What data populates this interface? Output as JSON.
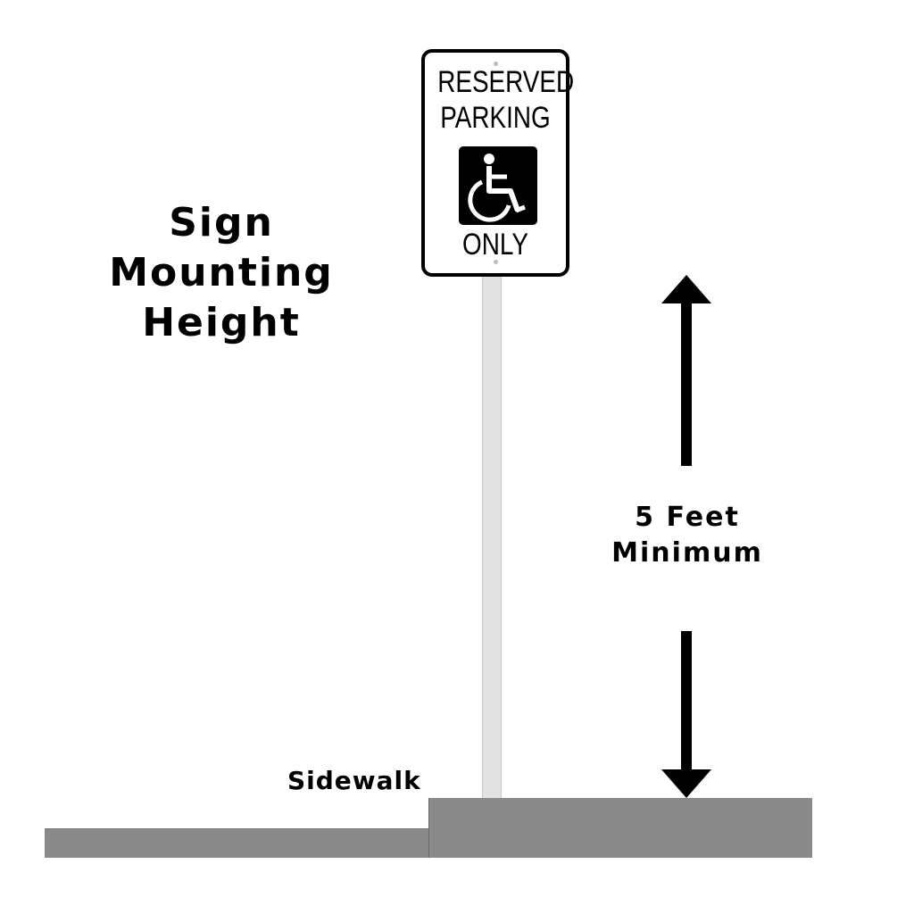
{
  "title": {
    "lines": [
      "Sign",
      "Mounting",
      "Height"
    ]
  },
  "sign": {
    "line1": "RESERVED",
    "line2": "PARKING",
    "line3": "ONLY",
    "symbol": "wheelchair-accessibility-icon",
    "colors": {
      "background": "#ffffff",
      "border": "#000000",
      "text": "#000000"
    }
  },
  "measurement": {
    "line1": "5 Feet",
    "line2": "Minimum",
    "arrow": "double-vertical-arrow"
  },
  "ground": {
    "sidewalk_label": "Sidewalk",
    "color": "#8a8a8a"
  },
  "pole": {
    "color": "#e2e2e2"
  }
}
